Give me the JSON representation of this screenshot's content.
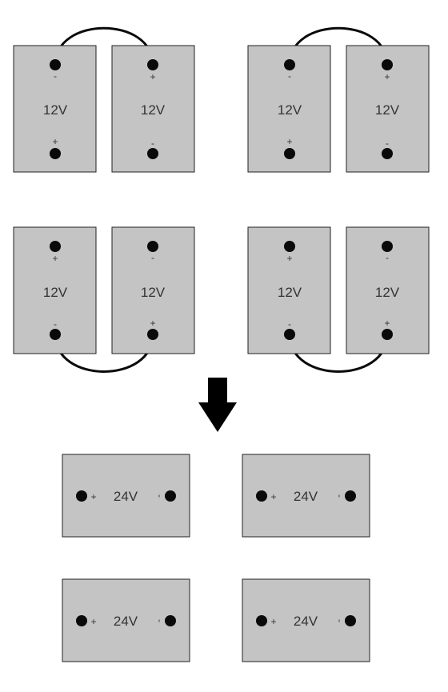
{
  "top_batteries": [
    {
      "voltage": "12V",
      "top_sign": "-",
      "bottom_sign": "+"
    },
    {
      "voltage": "12V",
      "top_sign": "+",
      "bottom_sign": "-"
    },
    {
      "voltage": "12V",
      "top_sign": "-",
      "bottom_sign": "+"
    },
    {
      "voltage": "12V",
      "top_sign": "+",
      "bottom_sign": "-"
    },
    {
      "voltage": "12V",
      "top_sign": "+",
      "bottom_sign": "-"
    },
    {
      "voltage": "12V",
      "top_sign": "-",
      "bottom_sign": "+"
    },
    {
      "voltage": "12V",
      "top_sign": "+",
      "bottom_sign": "-"
    },
    {
      "voltage": "12V",
      "top_sign": "-",
      "bottom_sign": "+"
    }
  ],
  "result_batteries": [
    {
      "voltage": "24V",
      "left_sign": "+",
      "right_sign": "-"
    },
    {
      "voltage": "24V",
      "left_sign": "+",
      "right_sign": "-"
    },
    {
      "voltage": "24V",
      "left_sign": "+",
      "right_sign": "-"
    },
    {
      "voltage": "24V",
      "left_sign": "+",
      "right_sign": "-"
    }
  ],
  "colors": {
    "battery_fill": "#c4c4c4",
    "terminal": "#0a0a0a",
    "arrow": "#000000"
  },
  "icons": {
    "arrow": "arrow-down-icon"
  }
}
